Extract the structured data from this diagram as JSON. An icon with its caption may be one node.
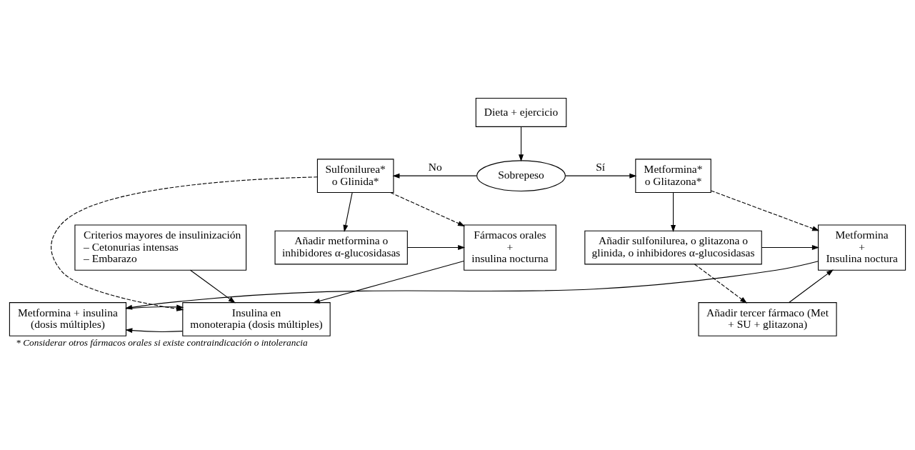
{
  "diagram": {
    "caption": "* Considerar otros fármacos orales si existe contraindicación o intolerancia",
    "nodes": [
      {
        "text": [
          "Dieta + ejercicio"
        ]
      },
      {
        "text": [
          "Sobrepeso"
        ]
      },
      {
        "text": [
          "Sulfonilurea* o Glinida*"
        ]
      },
      {
        "text": [
          "Metformina* o Glitazona*"
        ]
      },
      {
        "text": [
          "Añadir metformina o inhibidores α-glucosidasas"
        ]
      },
      {
        "text": [
          "Fármacos orales + insulina nocturna"
        ]
      },
      {
        "text": [
          "Metformina + Insulina noctura"
        ]
      },
      {
        "text": [
          "Añadir sulfonilurea, o glitazona o glinida, o inhibidores α-glucosidasas"
        ]
      },
      {
        "text": [
          "Criterios mayores de insulinización",
          "– Cetonurias intensas",
          "– Embarazo"
        ]
      },
      {
        "text": [
          "Añadir tercer fármaco (Met + SU + glitazona)"
        ]
      },
      {
        "text": [
          "Insulina en monoterapia (dosis múltiples)"
        ]
      },
      {
        "text": [
          "Metformina + insulina (dosis múltiples)"
        ]
      }
    ],
    "edges": [
      {
        "from": 0,
        "to": 1,
        "arrow": "to"
      },
      {
        "from": 1,
        "to": 2,
        "arrow": "to",
        "label": "No"
      },
      {
        "from": 1,
        "to": 3,
        "arrow": "to",
        "label": "Sí"
      },
      {
        "from": 2,
        "to": 4,
        "arrow": "to"
      },
      {
        "from": 2,
        "to": 5,
        "arrow": "to",
        "style": "dashed"
      },
      {
        "from": 2,
        "to": 10,
        "arrow": "to",
        "style": "dashed"
      },
      {
        "from": 3,
        "to": 6,
        "arrow": "to",
        "style": "dashed"
      },
      {
        "from": 3,
        "to": 7,
        "arrow": "to"
      },
      {
        "from": 4,
        "to": 5,
        "arrow": "to"
      },
      {
        "from": 7,
        "to": 6,
        "arrow": "to"
      },
      {
        "from": 7,
        "to": 9,
        "arrow": "to",
        "style": "dashed"
      },
      {
        "from": 9,
        "to": 6,
        "arrow": "to"
      },
      {
        "from": 5,
        "to": 10,
        "arrow": "to"
      },
      {
        "from": 6,
        "to": 11,
        "arrow": "to"
      },
      {
        "from": 8,
        "to": 10,
        "arrow": "to"
      },
      {
        "from": 10,
        "to": 11,
        "arrow": "to"
      },
      {
        "from": 11,
        "to": 10,
        "arrow": "to"
      }
    ]
  }
}
